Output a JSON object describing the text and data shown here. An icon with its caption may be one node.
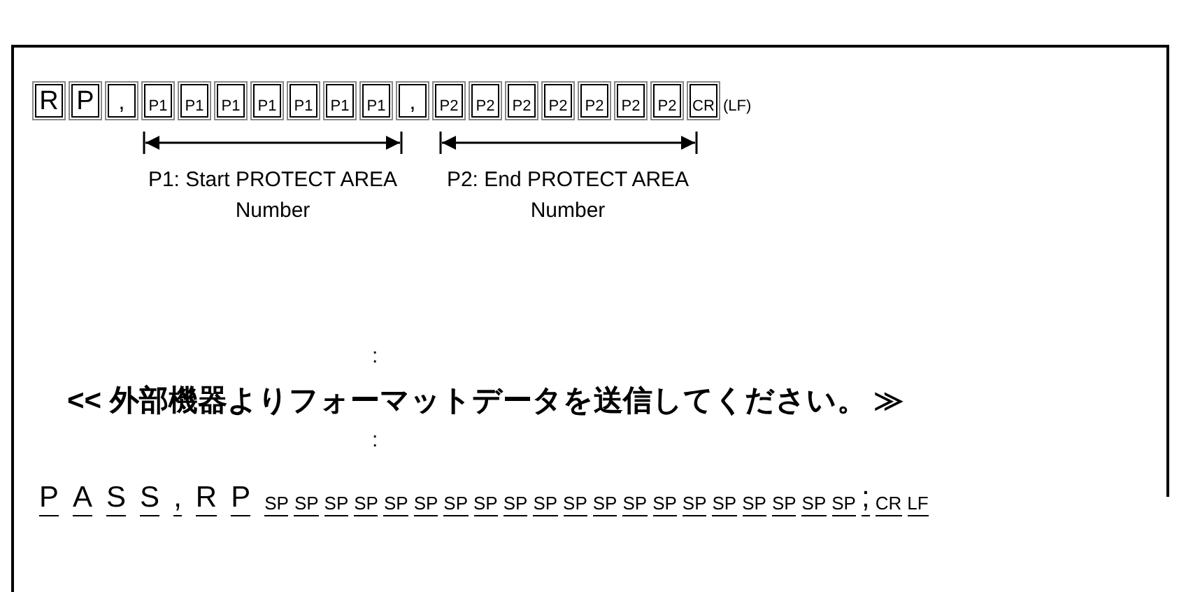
{
  "diagram": {
    "labels": [
      "R",
      "P",
      ",",
      "P1",
      "P1",
      "P1",
      "P1",
      "P1",
      "P1",
      "P1",
      ",",
      "P2",
      "P2",
      "P2",
      "P2",
      "P2",
      "P2",
      "P2",
      "CR",
      "(LF)",
      "P1: Start PROTECT AREA Number",
      "P2: End PROTECT AREA Number",
      ":",
      "<< 外部機器よりフォーマットデータを送信してください。 ≫",
      ":",
      "P",
      "A",
      "S",
      "S",
      ",",
      "R",
      "P",
      "SP",
      "SP",
      "SP",
      "SP",
      "SP",
      "SP",
      "SP",
      "SP",
      "SP",
      "SP",
      "SP",
      "SP",
      "SP",
      "SP",
      "SP",
      "SP",
      "SP",
      "SP",
      "SP",
      "SP",
      ";",
      "CR",
      "LF"
    ]
  }
}
